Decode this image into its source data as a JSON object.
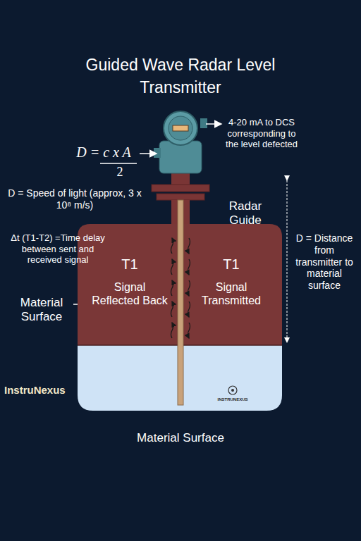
{
  "diagram": {
    "title": "Guided Wave Radar Level Transmitter",
    "nodes": [
      {
        "text": [
          "T1",
          "Signal Reflected Back",
          "T1",
          "Signal Transmitted",
          "INSTRUNEXUS"
        ]
      }
    ],
    "labels": [
      "D = c x A",
      "2",
      "4-20 mA to DCS corresponding to the level defected",
      "D = Speed of light (approx, 3 x 10⁸ m/s)",
      "Δt (T1-T2) =Time delay between sent and received signal",
      "Radar Guide",
      "D = Distance from transmitter to material surface",
      "Material Surface",
      "InstruNexus",
      "Material Surface"
    ]
  }
}
